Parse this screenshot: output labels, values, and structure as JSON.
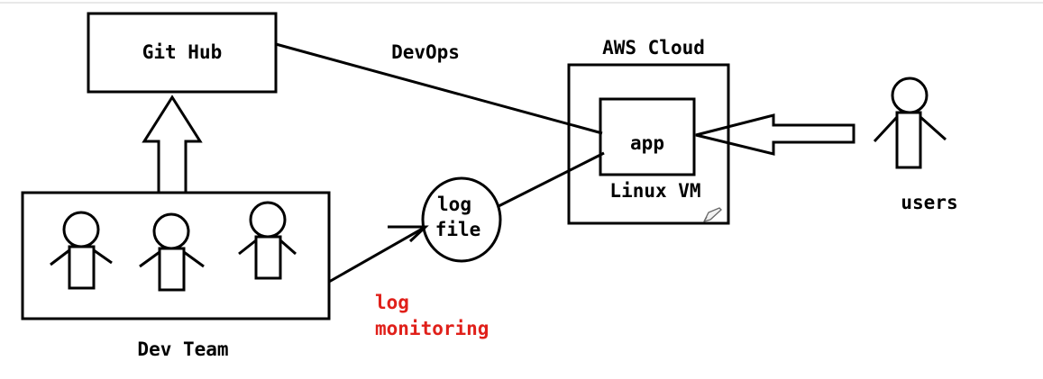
{
  "labels": {
    "github": "Git Hub",
    "devops": "DevOps",
    "aws_cloud": "AWS Cloud",
    "app": "app",
    "linux_vm": "Linux VM",
    "users": "users",
    "log_file_line1": "log",
    "log_file_line2": "file",
    "log_monitoring_line1": "log",
    "log_monitoring_line2": "monitoring",
    "dev_team": "Dev Team"
  },
  "colors": {
    "stroke": "#000000",
    "annotation": "#e0201a",
    "background": "#ffffff"
  },
  "icons": [
    "pencil-icon"
  ]
}
